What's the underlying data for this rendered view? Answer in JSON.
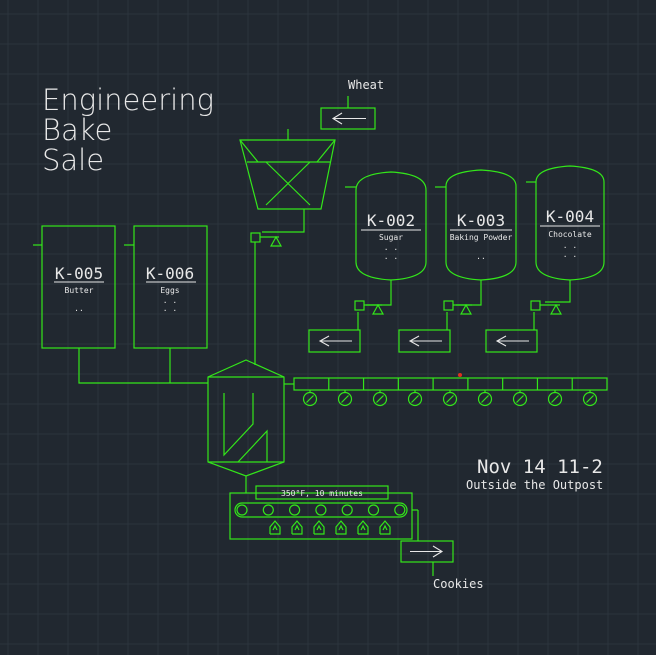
{
  "colors": {
    "background": "#212830",
    "equipment": "#33e61a",
    "text": "#e8e8e8",
    "marker": "#e0301e"
  },
  "title": {
    "line1": "Engineering",
    "line2": "Bake",
    "line3": "Sale"
  },
  "event": {
    "date": "Nov 14 11-2",
    "place": "Outside the Outpost"
  },
  "inputs": {
    "wheat": "Wheat"
  },
  "tanks": [
    {
      "tag": "K-005",
      "content": "Butter",
      "dots1": "",
      "dots2": ".."
    },
    {
      "tag": "K-006",
      "content": "Eggs",
      "dots1": ". .",
      "dots2": ". ."
    },
    {
      "tag": "K-002",
      "content": "Sugar",
      "dots1": ". .",
      "dots2": ". ."
    },
    {
      "tag": "K-003",
      "content": "Baking Powder",
      "dots1": "",
      "dots2": ".."
    },
    {
      "tag": "K-004",
      "content": "Chocolate",
      "dots1": ". .",
      "dots2": ". ."
    }
  ],
  "oven": {
    "label": "350°F, 10 minutes"
  },
  "output": {
    "label": "Cookies"
  }
}
